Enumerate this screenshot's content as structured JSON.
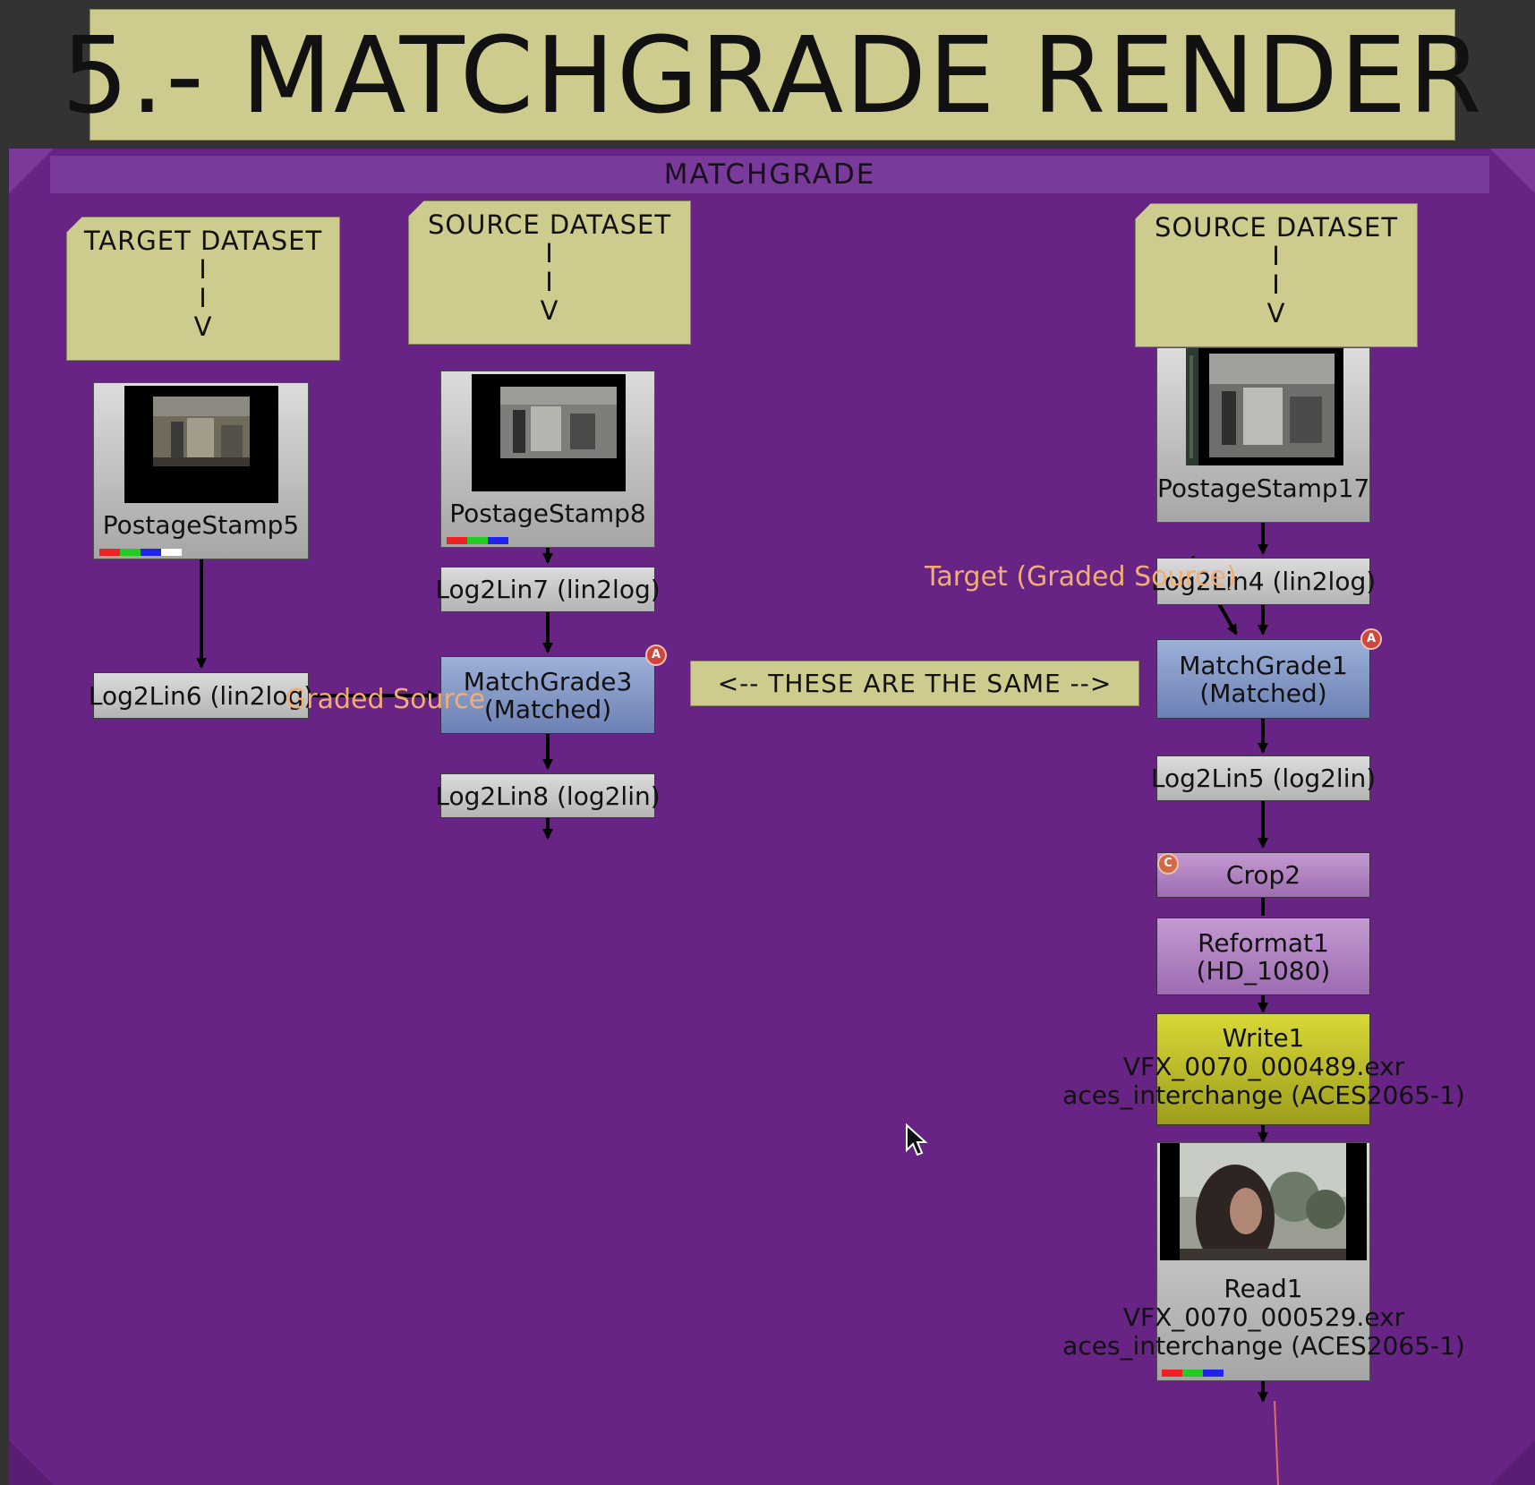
{
  "title": "5.- MATCHGRADE RENDER",
  "backdrop": {
    "label": "MATCHGRADE"
  },
  "colors": {
    "backdrop": "#672485",
    "sticky": "#cdcb8e",
    "matchgrade_node": "#8395c6",
    "transform_node": "#b17fc2",
    "write_node": "#c8c82a",
    "link_text": "#f2ae72"
  },
  "stickies": {
    "target": {
      "title": "TARGET DATASET",
      "l1": "I",
      "l2": "I",
      "l3": "V"
    },
    "source_left": {
      "title": "SOURCE DATASET",
      "l1": "I",
      "l2": "I",
      "l3": "V"
    },
    "source_right": {
      "title": "SOURCE DATASET",
      "l1": "I",
      "l2": "I",
      "l3": "V"
    }
  },
  "nodes": {
    "postage5": "PostageStamp5",
    "postage8": "PostageStamp8",
    "postage17": "PostageStamp17",
    "log2lin6": "Log2Lin6 (lin2log)",
    "log2lin7": "Log2Lin7 (lin2log)",
    "log2lin8": "Log2Lin8 (log2lin)",
    "log2lin4": "Log2Lin4 (lin2log)",
    "log2lin5": "Log2Lin5 (log2lin)",
    "matchgrade3": {
      "name": "MatchGrade3",
      "sub": "(Matched)",
      "badge": "A"
    },
    "matchgrade1": {
      "name": "MatchGrade1",
      "sub": "(Matched)",
      "badge": "A"
    },
    "crop2": {
      "name": "Crop2",
      "badge": "C"
    },
    "reformat1": {
      "name": "Reformat1",
      "sub": "(HD_1080)"
    },
    "write1": {
      "name": "Write1",
      "file": "VFX_0070_000489.exr",
      "colorspace": "aces_interchange (ACES2065-1)"
    },
    "read1": {
      "name": "Read1",
      "file": "VFX_0070_000529.exr",
      "colorspace": "aces_interchange (ACES2065-1)"
    }
  },
  "links": {
    "graded_source": "Graded Source",
    "target_graded_source": "Target (Graded Source)"
  },
  "callout": "<-- THESE ARE THE SAME -->"
}
